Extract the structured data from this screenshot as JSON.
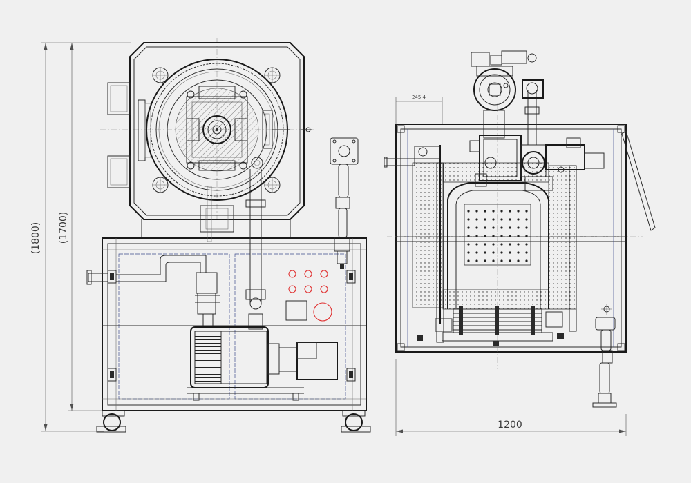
{
  "dimensions": {
    "overall_height": "(1800)",
    "body_height": "(1700)",
    "width": "1200",
    "small_offset": "245,4"
  },
  "colors": {
    "line": "#2b2b2b",
    "accent_red": "#e03030",
    "background": "#f0f0f0"
  }
}
